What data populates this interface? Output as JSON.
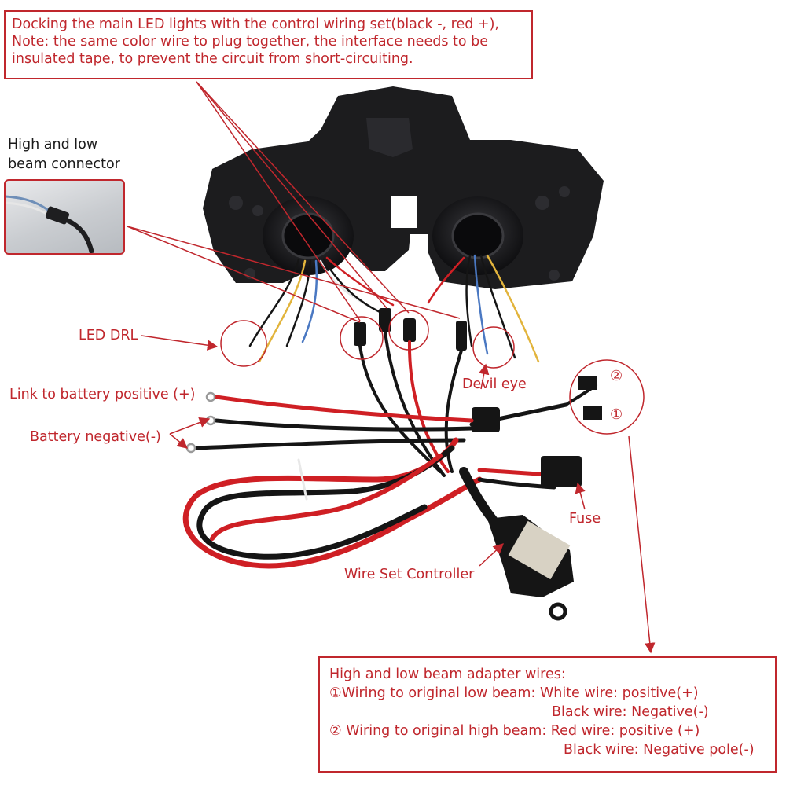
{
  "notes": {
    "top": {
      "line1": "Docking the main LED lights with the control wiring set(black -, red +),",
      "line2": "Note: the same color wire to plug together, the interface needs to be",
      "line3": "insulated tape, to prevent the circuit from short-circuiting."
    },
    "adapter": {
      "line1": "High and low beam adapter wires:",
      "line2": "①Wiring to original low beam: White wire: positive(+)",
      "line3": "Black wire: Negative(-)",
      "line4": "② Wiring to original high beam: Red wire: positive (+)",
      "line5": "Black wire: Negative pole(-)"
    }
  },
  "labels": {
    "high_low_connector_l1": "High and low",
    "high_low_connector_l2": "beam connector",
    "led_drl": "LED DRL",
    "devil_eye": "Devil eye",
    "battery_positive": "Link to battery positive (+)",
    "battery_negative": "Battery negative(-)",
    "fuse": "Fuse",
    "wire_set_controller": "Wire Set Controller",
    "connector_2": "②",
    "connector_1": "①"
  },
  "colors": {
    "annotation_red": "#c0272d",
    "housing": "#1c1c1e",
    "wire_red": "#cf1f24",
    "wire_black": "#151515",
    "wire_yellow": "#e2b43c",
    "wire_blue": "#4a78c2",
    "wire_white": "#e6e6e6"
  }
}
